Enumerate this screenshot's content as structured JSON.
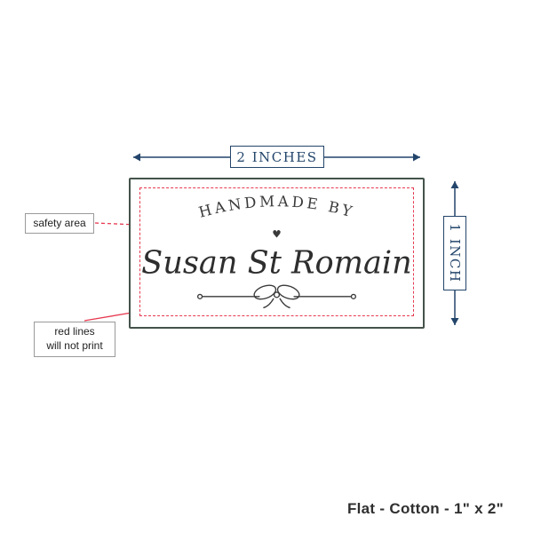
{
  "colors": {
    "dimension_blue": "#23456b",
    "label_border_green": "#44534a",
    "print_red": "#e63950",
    "ink": "#3a3a3a"
  },
  "dimension_labels": {
    "width": "2 INCHES",
    "height": "1 INCH"
  },
  "label_preview": {
    "arched_text": "HANDMADE BY",
    "heart": "♥",
    "name": "Susan St Romain"
  },
  "callouts": {
    "safety_area": "safety area",
    "red_lines": [
      "red lines",
      "will not print"
    ]
  },
  "caption": "Flat - Cotton - 1\" x 2\""
}
